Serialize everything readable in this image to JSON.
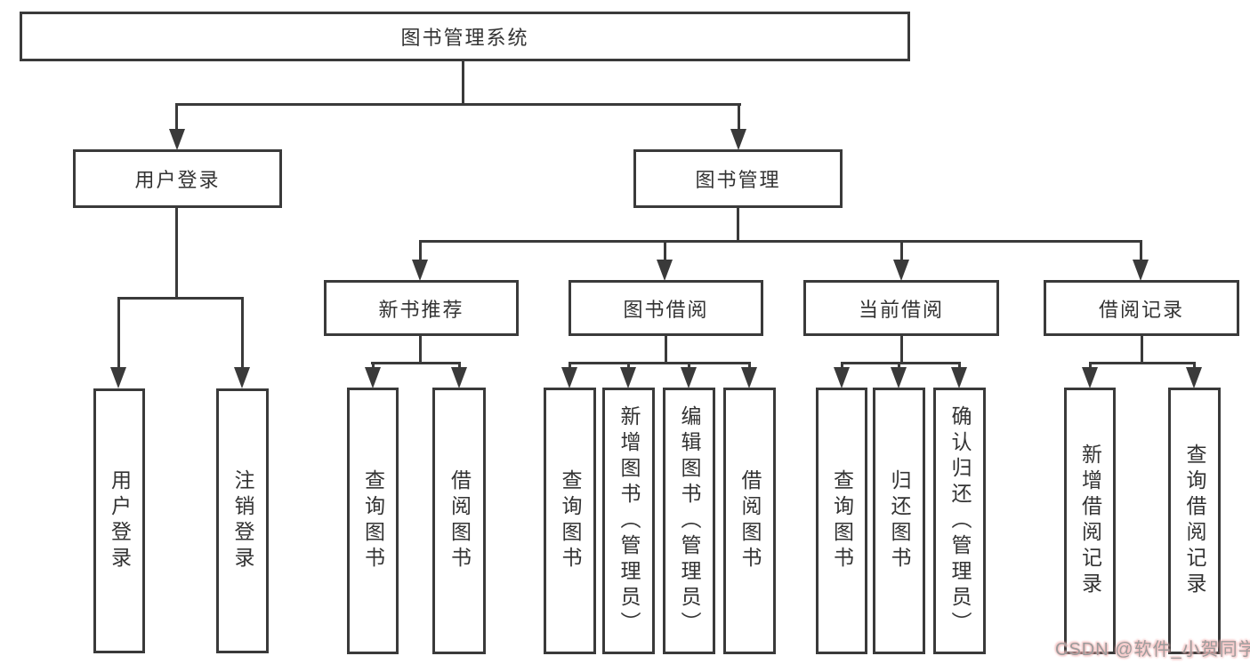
{
  "diagram": {
    "root_label": "图书管理系统",
    "branches": [
      {
        "label": "用户登录",
        "children": [
          {
            "label": "用户登录"
          },
          {
            "label": "注销登录"
          }
        ]
      },
      {
        "label": "图书管理",
        "children": [
          {
            "label": "新书推荐",
            "children": [
              {
                "label": "查询图书"
              },
              {
                "label": "借阅图书"
              }
            ]
          },
          {
            "label": "图书借阅",
            "children": [
              {
                "label": "查询图书"
              },
              {
                "label": "新增图书（管理员）"
              },
              {
                "label": "编辑图书（管理员）"
              },
              {
                "label": "借阅图书"
              }
            ]
          },
          {
            "label": "当前借阅",
            "children": [
              {
                "label": "查询图书"
              },
              {
                "label": "归还图书"
              },
              {
                "label": "确认归还（管理员）"
              }
            ]
          },
          {
            "label": "借阅记录",
            "children": [
              {
                "label": "新增借阅记录"
              },
              {
                "label": "查询借阅记录"
              }
            ]
          }
        ]
      }
    ],
    "watermark": "CSDN @软件_小贺同学",
    "colors": {
      "line": "#3a3a3a",
      "text": "#333333",
      "background": "#ffffff",
      "watermark_gray": "#9c9c9c",
      "watermark_pink": "#f2b8b8"
    }
  }
}
